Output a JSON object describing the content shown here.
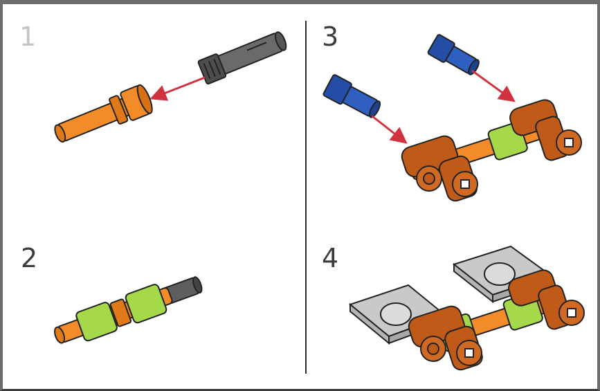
{
  "steps": [
    {
      "number": "1"
    },
    {
      "number": "2"
    },
    {
      "number": "3"
    },
    {
      "number": "4"
    }
  ],
  "colors": {
    "border": "#6d6d6d",
    "arrow": "#d0333f",
    "pin_gray": "#5e5e5e",
    "pin_orange": "#f28c28",
    "bush_green": "#a6d94a",
    "pin_blue": "#2f5fc0",
    "connector_brown": "#bf5a18",
    "tile_gray": "#c9c9c9"
  }
}
